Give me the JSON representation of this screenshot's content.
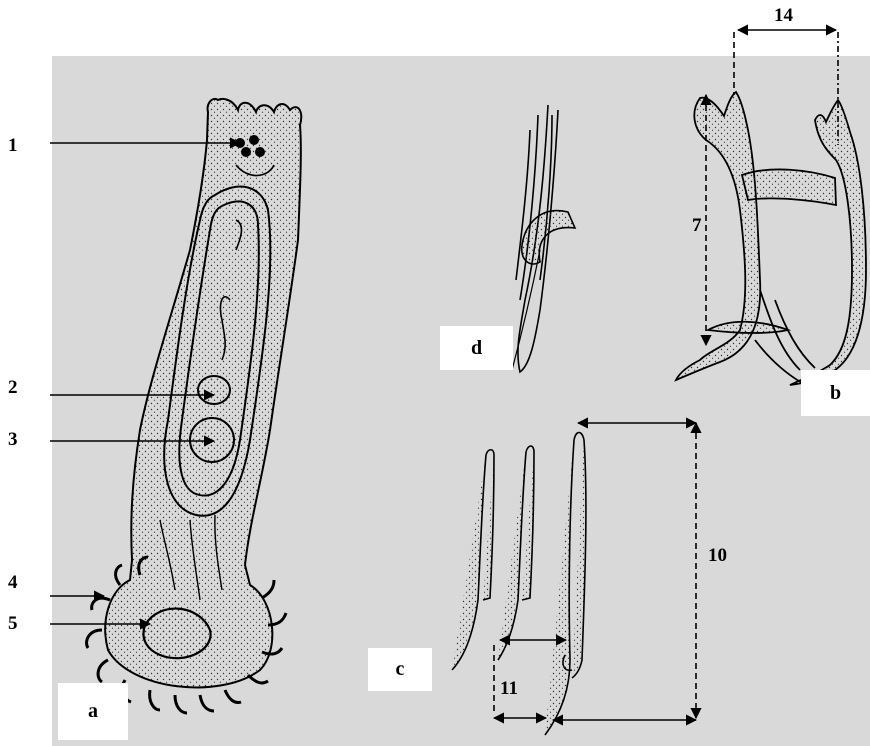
{
  "figure": {
    "panel_color": "#d9d9d9",
    "ink_color": "#000000",
    "callouts": {
      "c1": "1",
      "c2": "2",
      "c3": "3",
      "c4": "4",
      "c5": "5",
      "c7": "7",
      "c10": "10",
      "c11": "11",
      "c14": "14"
    },
    "panels": {
      "a": "a",
      "b": "b",
      "c": "c",
      "d": "d"
    }
  }
}
